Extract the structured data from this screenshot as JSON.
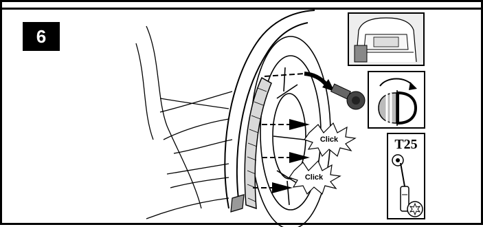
{
  "step": {
    "number": "6"
  },
  "callouts": [
    {
      "text": "Click"
    },
    {
      "text": "Click"
    }
  ],
  "tool": {
    "label": "T25"
  },
  "icons": {
    "car_rear": "car-rear-view-icon",
    "rotate": "rotate-quarter-turn-icon",
    "torx": "torx-socket-icon",
    "wrench": "ratchet-wrench-icon",
    "screw": "screw-icon"
  }
}
